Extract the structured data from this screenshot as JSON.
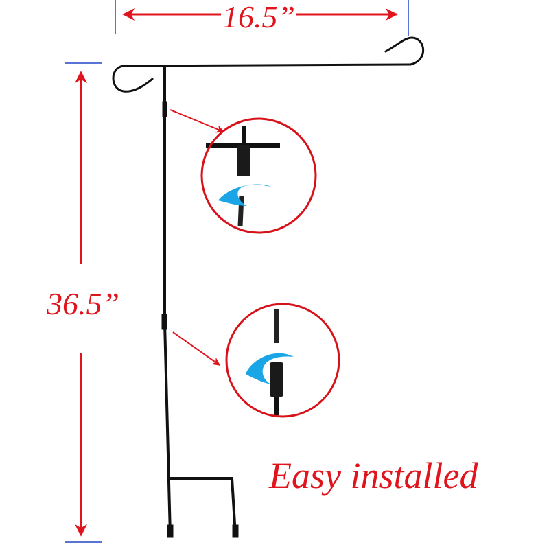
{
  "dimensions": {
    "width_label": "16.5”",
    "height_label": "36.5”"
  },
  "caption": "Easy installed",
  "colors": {
    "measure_red": "#e0141c",
    "guide_blue": "#5a74d6",
    "pole_black": "#111111",
    "arrow_cyan": "#1aa6e6"
  }
}
